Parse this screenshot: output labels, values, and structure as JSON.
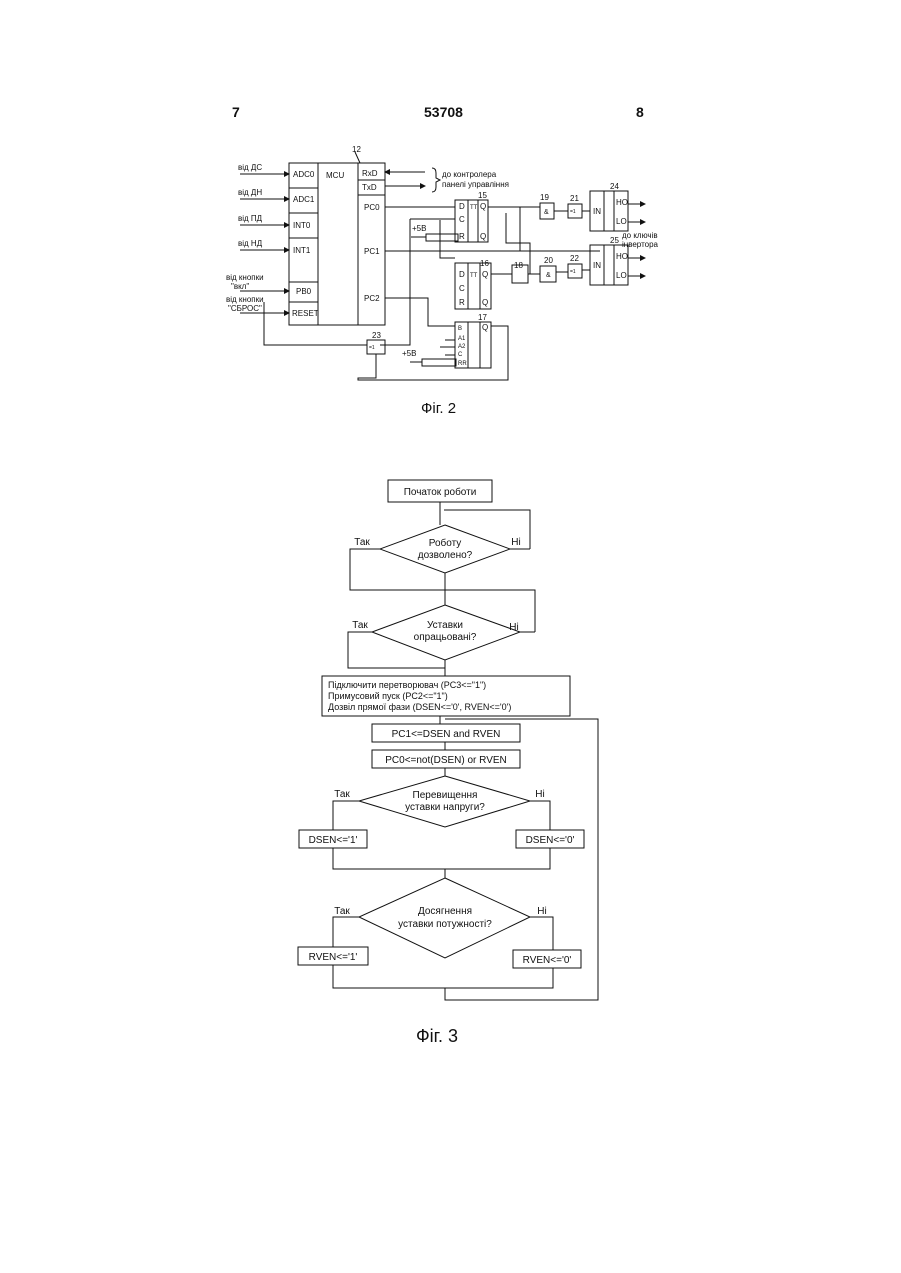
{
  "header": {
    "left_page": "7",
    "doc_number": "53708",
    "right_page": "8"
  },
  "fig2": {
    "caption": "Фіг. 2",
    "mcu": {
      "ref": "12",
      "title": "MCU",
      "pins_left": [
        "ADC0",
        "ADC1",
        "INT0",
        "INT1",
        "PB0",
        "RESET"
      ],
      "pins_right": [
        "RxD",
        "TxD",
        "PC0",
        "PC1",
        "PC2"
      ]
    },
    "inputs": [
      "від ДС",
      "від ДН",
      "від ПД",
      "від НД",
      "від кнопки",
      "\"вкл\"",
      "від кнопки",
      "\"СБРОС\""
    ],
    "to_panel": [
      "до контролера",
      "панелі управління"
    ],
    "to_keys": [
      "до ключів",
      "інвертора"
    ],
    "supply": "+5В",
    "refs": {
      "ff1": "15",
      "ff2": "16",
      "ff3": "17",
      "n18": "18",
      "n19": "19",
      "n20": "20",
      "n21": "21",
      "n22": "22",
      "n23": "23",
      "drv1": "24",
      "drv2": "25"
    },
    "ff_pins": {
      "d": "D",
      "c": "C",
      "r": "R",
      "tt": "TT",
      "q": "Q",
      "qn": "Q"
    },
    "ff3_pins": [
      "B",
      "A1",
      "A2",
      "C",
      "RR"
    ],
    "gate_and": "&",
    "gate_xor": "=1",
    "drv_pins": {
      "in": "IN",
      "ho": "HO",
      "lo": "LO"
    }
  },
  "fig3": {
    "caption": "Фіг. 3",
    "start": "Початок роботи",
    "d1": {
      "l1": "Роботу",
      "l2": "дозволено?",
      "yes": "Так",
      "no": "Ні"
    },
    "d2": {
      "l1": "Уставки",
      "l2": "опрацьовані?",
      "yes": "Так",
      "no": "Ні"
    },
    "init": [
      "Підключити перетворювач (PC3<=\"1\")",
      "Примусовий пуск (PC2<=\"1\")",
      "Дозвіл прямої фази (DSEN<='0', RVEN<='0')"
    ],
    "pc1": "PC1<=DSEN and RVEN",
    "pc0": "PC0<=not(DSEN) or RVEN",
    "d3": {
      "l1": "Перевищення",
      "l2": "уставки напруги?",
      "yes": "Так",
      "no": "Ні"
    },
    "dsen1": "DSEN<='1'",
    "dsen0": "DSEN<='0'",
    "d4": {
      "l1": "Досягнення",
      "l2": "уставки потужності?",
      "yes": "Так",
      "no": "Ні"
    },
    "rven1": "RVEN<='1'",
    "rven0": "RVEN<='0'"
  }
}
